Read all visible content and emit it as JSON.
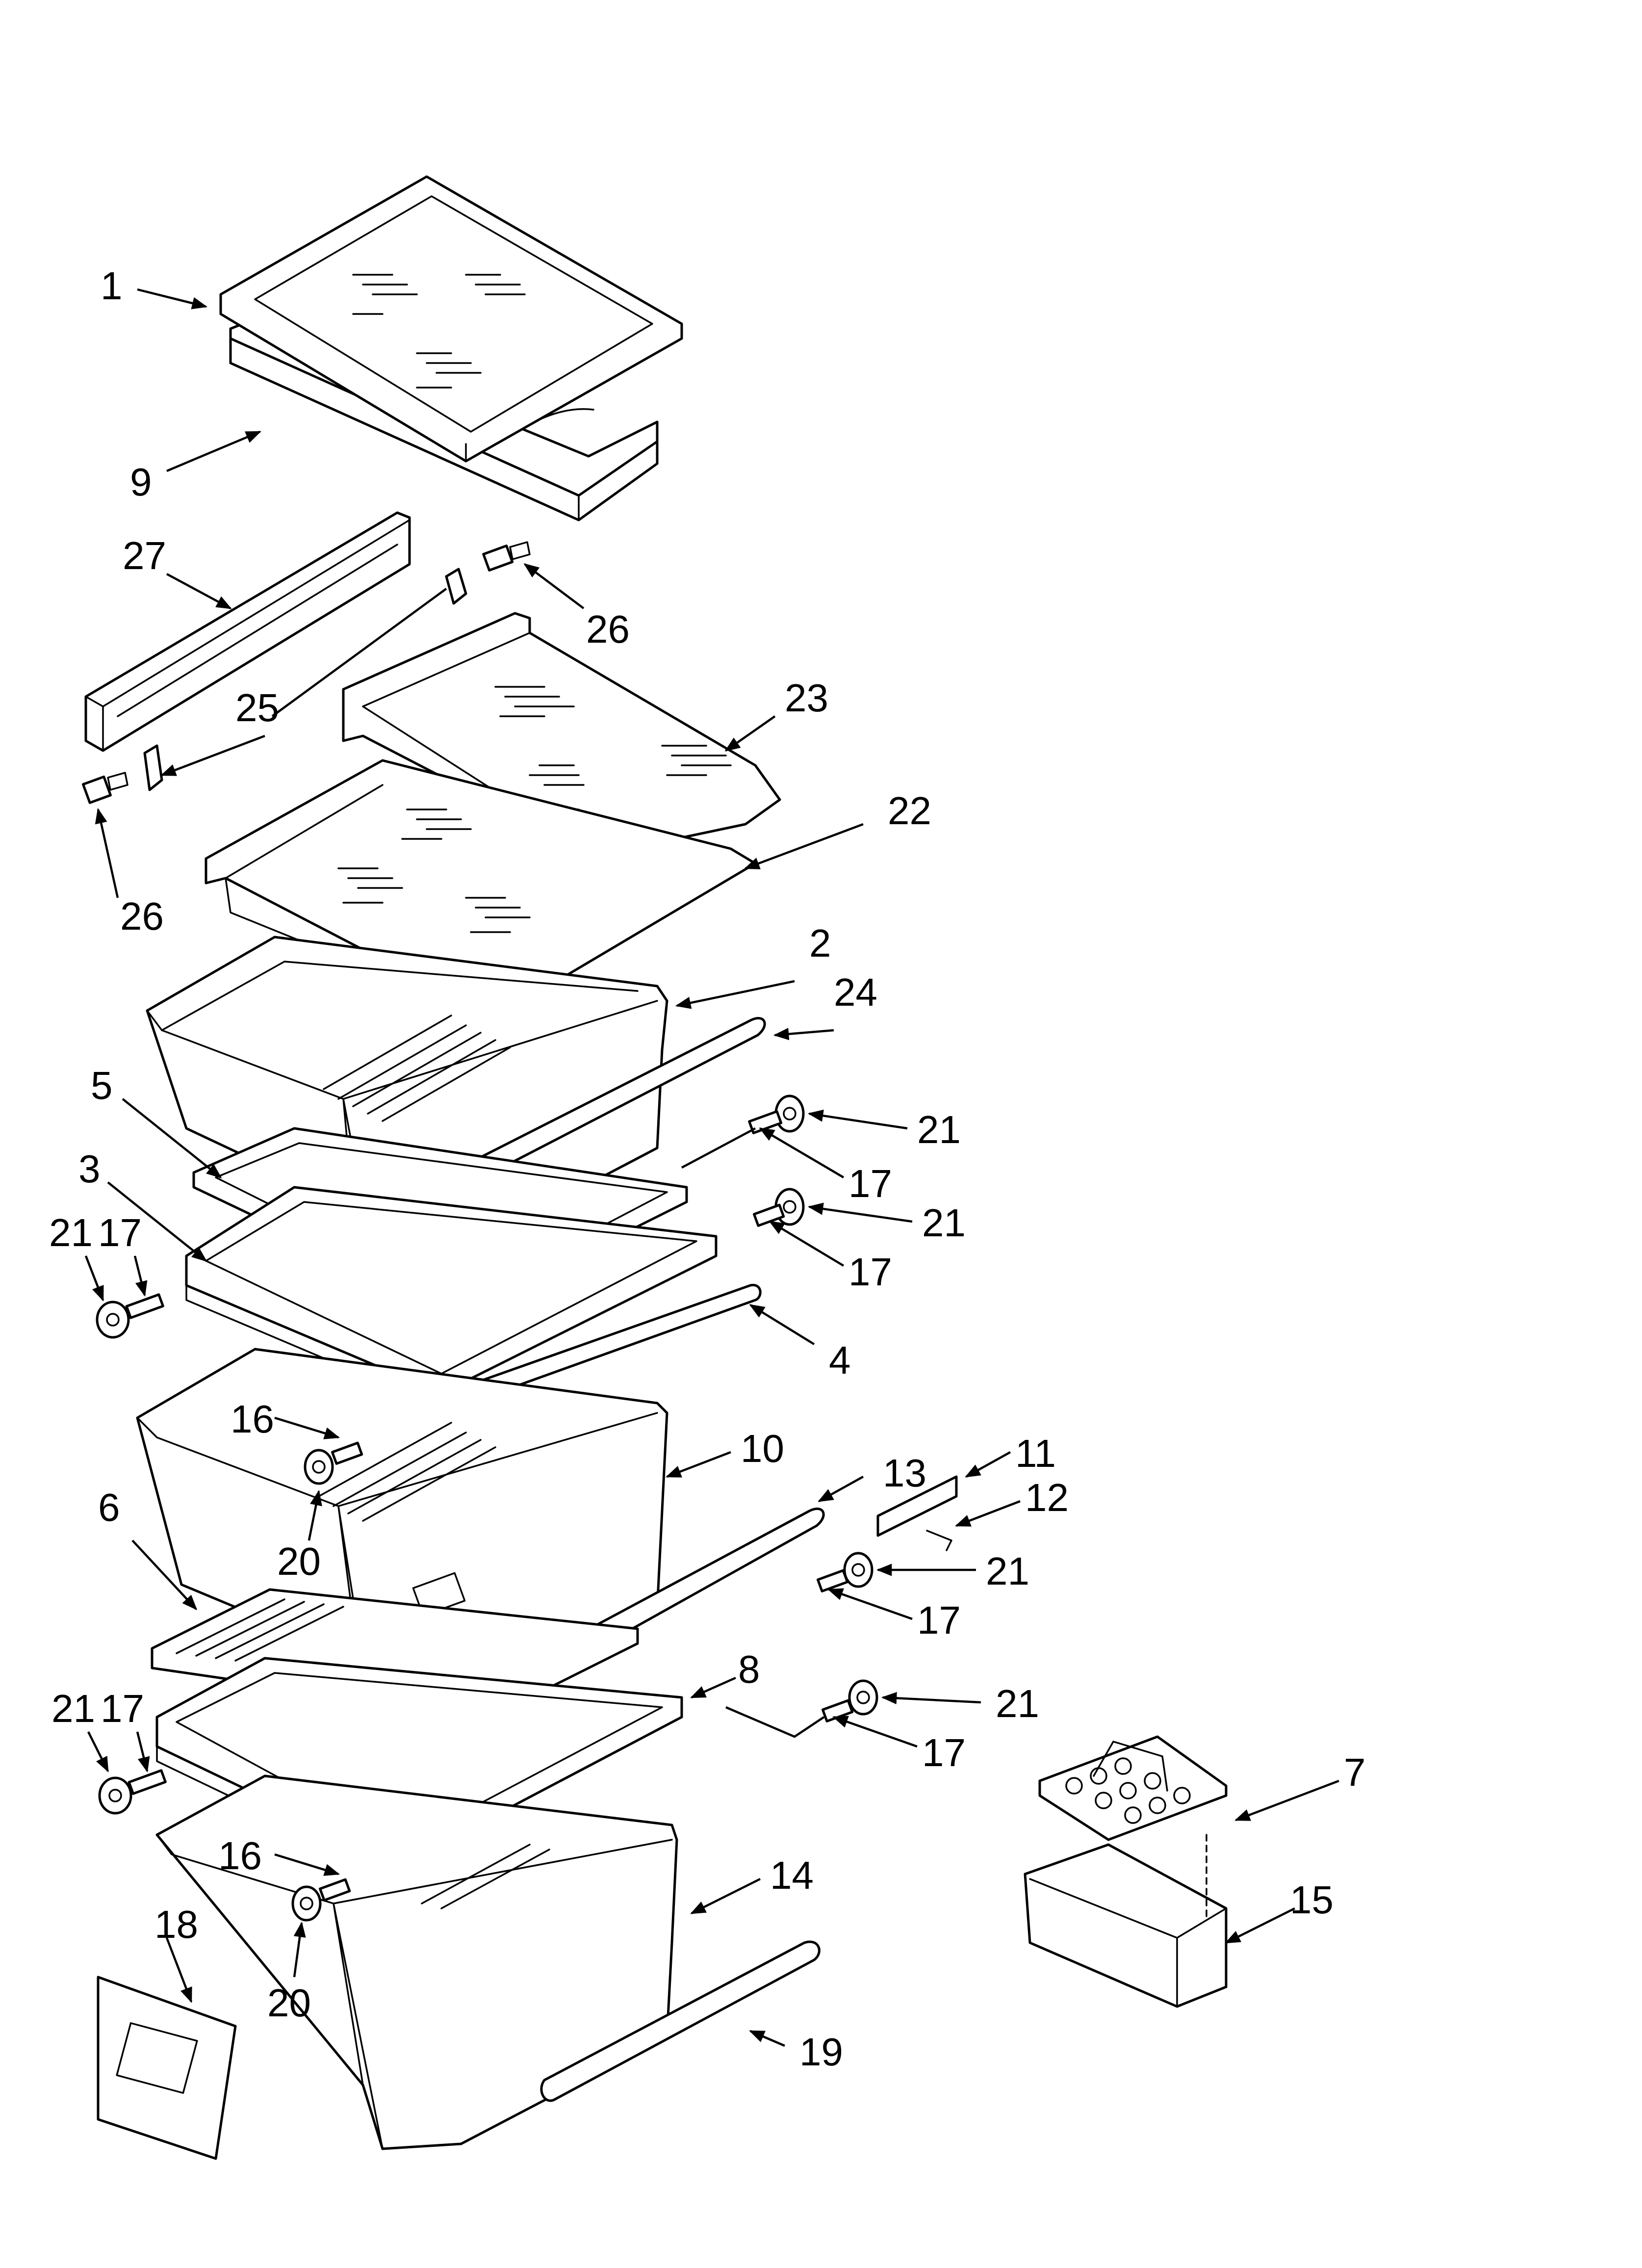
{
  "diagram": {
    "labels": [
      "1",
      "9",
      "27",
      "26",
      "25",
      "23",
      "22",
      "26",
      "2",
      "24",
      "21",
      "17",
      "5",
      "3",
      "21",
      "17",
      "21",
      "17",
      "4",
      "16",
      "10",
      "13",
      "11",
      "12",
      "6",
      "20",
      "21",
      "17",
      "21",
      "8",
      "17",
      "21",
      "17",
      "7",
      "16",
      "14",
      "15",
      "18",
      "20",
      "19"
    ]
  }
}
